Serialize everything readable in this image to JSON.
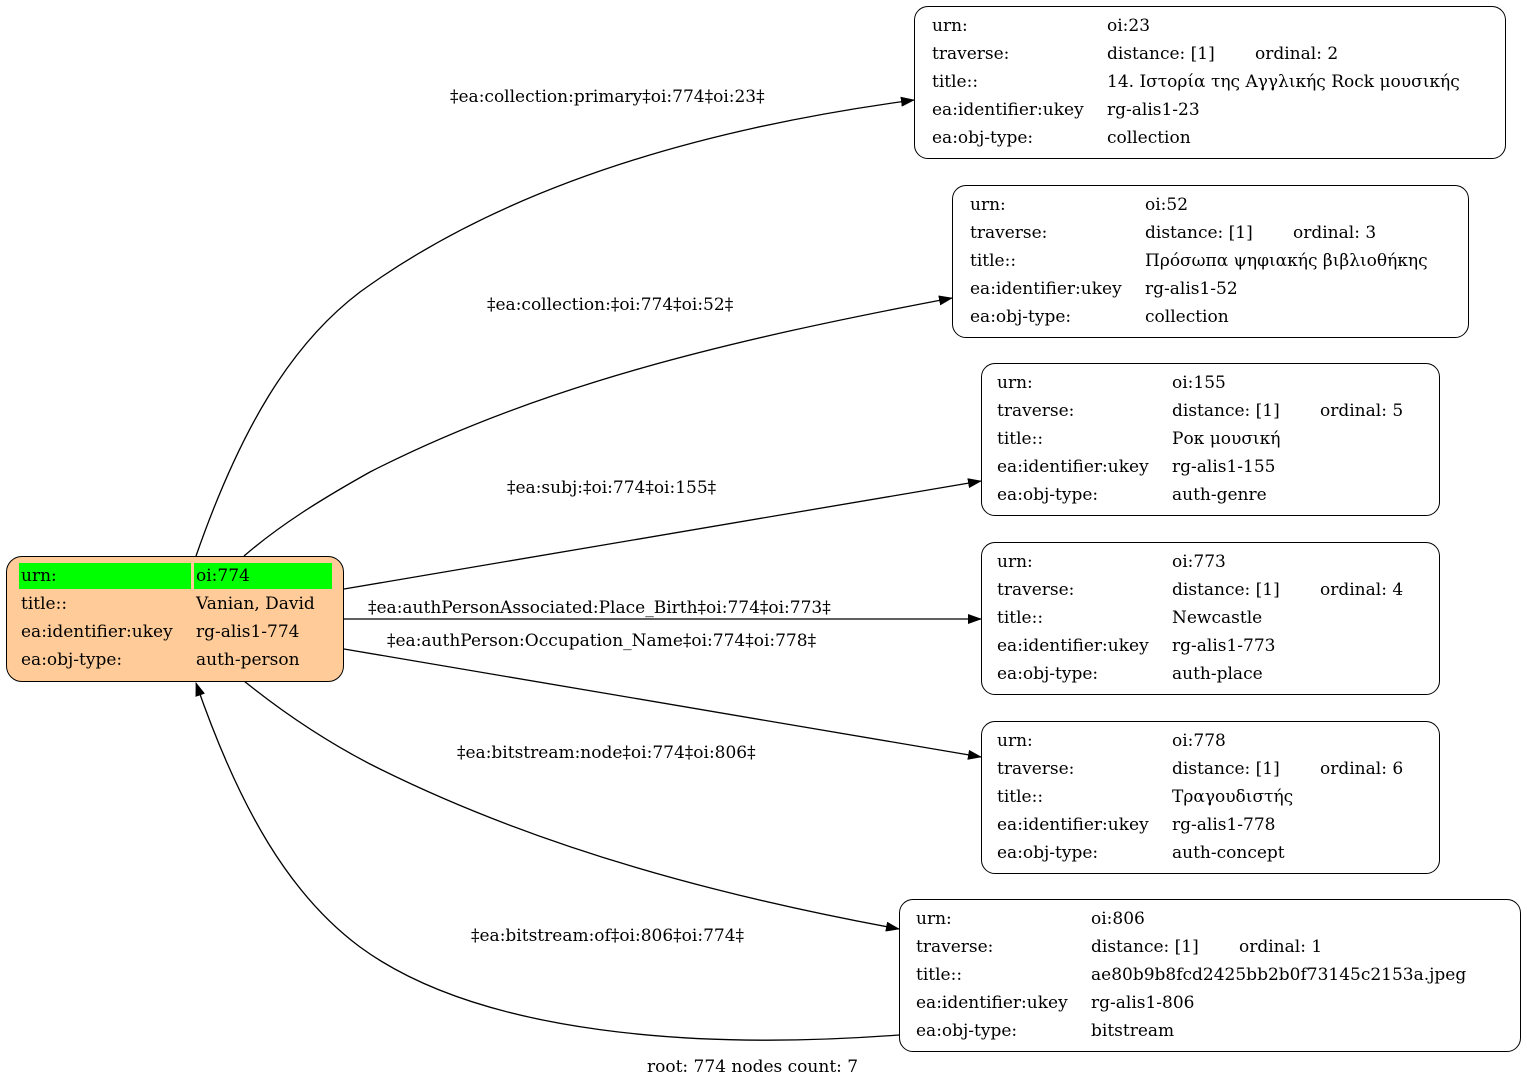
{
  "root_node": {
    "rows": [
      {
        "key": "urn:",
        "value": "oi:774",
        "highlight": true
      },
      {
        "key": "title::",
        "value": "Vanian, David"
      },
      {
        "key": "ea:identifier:ukey",
        "value": "rg-alis1-774"
      },
      {
        "key": "ea:obj-type:",
        "value": "auth-person"
      }
    ]
  },
  "nodes": [
    {
      "urn": "oi:23",
      "distance": "distance: [1]",
      "ordinal": "ordinal: 2",
      "title": "14. Ιστορία της Αγγλικής Rock μουσικής",
      "ukey": "rg-alis1-23",
      "obj_type": "collection"
    },
    {
      "urn": "oi:52",
      "distance": "distance: [1]",
      "ordinal": "ordinal: 3",
      "title": "Πρόσωπα ψηφιακής βιβλιοθήκης",
      "ukey": "rg-alis1-52",
      "obj_type": "collection"
    },
    {
      "urn": "oi:155",
      "distance": "distance: [1]",
      "ordinal": "ordinal: 5",
      "title": "Ροκ μουσική",
      "ukey": "rg-alis1-155",
      "obj_type": "auth-genre"
    },
    {
      "urn": "oi:773",
      "distance": "distance: [1]",
      "ordinal": "ordinal: 4",
      "title": "Newcastle",
      "ukey": "rg-alis1-773",
      "obj_type": "auth-place"
    },
    {
      "urn": "oi:778",
      "distance": "distance: [1]",
      "ordinal": "ordinal: 6",
      "title": "Τραγουδιστής",
      "ukey": "rg-alis1-778",
      "obj_type": "auth-concept"
    },
    {
      "urn": "oi:806",
      "distance": "distance: [1]",
      "ordinal": "ordinal: 1",
      "title": "ae80b9b8fcd2425bb2b0f73145c2153a.jpeg",
      "ukey": "rg-alis1-806",
      "obj_type": "bitstream"
    }
  ],
  "field_labels": {
    "urn": "urn:",
    "traverse": "traverse:",
    "title": "title::",
    "ukey": "ea:identifier:ukey",
    "obj_type": "ea:obj-type:"
  },
  "edges": [
    "‡ea:collection:primary‡oi:774‡oi:23‡",
    "‡ea:collection:‡oi:774‡oi:52‡",
    "‡ea:subj:‡oi:774‡oi:155‡",
    "‡ea:authPersonAssociated:Place_Birth‡oi:774‡oi:773‡",
    "‡ea:authPerson:Occupation_Name‡oi:774‡oi:778‡",
    "‡ea:bitstream:node‡oi:774‡oi:806‡",
    "‡ea:bitstream:of‡oi:806‡oi:774‡"
  ],
  "footer": "root: 774 nodes count: 7",
  "colors": {
    "root_fill": "#ffcc99",
    "highlight": "#00ff00",
    "stroke": "#000000"
  }
}
